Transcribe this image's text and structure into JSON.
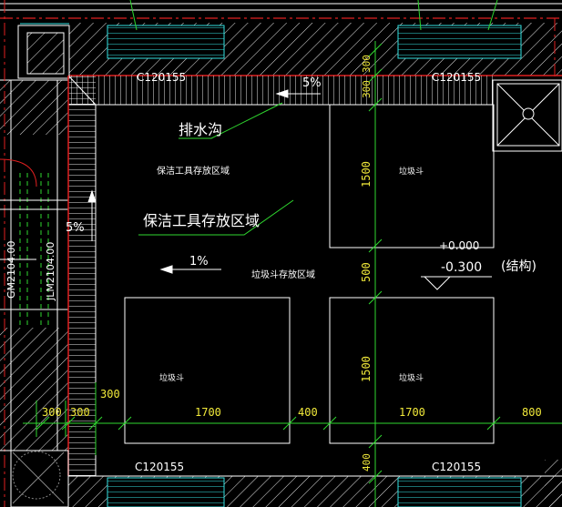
{
  "labels": {
    "drain_ditch": "排水沟",
    "cleaning_tools_area_small": "保洁工具存放区域",
    "cleaning_tools_area_large": "保洁工具存放区域",
    "bin_storage_area": "垃圾斗存放区域",
    "bin_1": "垃圾斗",
    "bin_2": "垃圾斗",
    "bin_3": "垃圾斗",
    "structure_note": "(结构)"
  },
  "slopes": {
    "top_slope": "5%",
    "left_slope": "5%",
    "middle_slope": "1%"
  },
  "codes": {
    "c_top_left": "C120155",
    "c_top_right": "C120155",
    "c_bottom_left": "C120155",
    "c_bottom_right": "C120155",
    "gm_vertical": "GM2104.00",
    "jlm_vertical": "JLM2104.00"
  },
  "elevations": {
    "plus": "+0.000",
    "minus": "-0.300"
  },
  "dimensions": {
    "v_top": "300",
    "v_mid_top": "300",
    "v_1500_top": "1500",
    "v_500": "500",
    "v_1500_bottom": "1500",
    "v_bottom": "400",
    "h_300_a": "300",
    "h_300_b": "300",
    "h_300_c": "300",
    "h_1700_a": "1700",
    "h_400": "400",
    "h_1700_b": "1700",
    "h_800": "800"
  },
  "colors": {
    "background": "#000000",
    "wall_red": "#e02020",
    "cyan": "#35e0e0",
    "green": "#2fd82f",
    "white": "#ffffff",
    "yellow": "#f2ea3a"
  }
}
